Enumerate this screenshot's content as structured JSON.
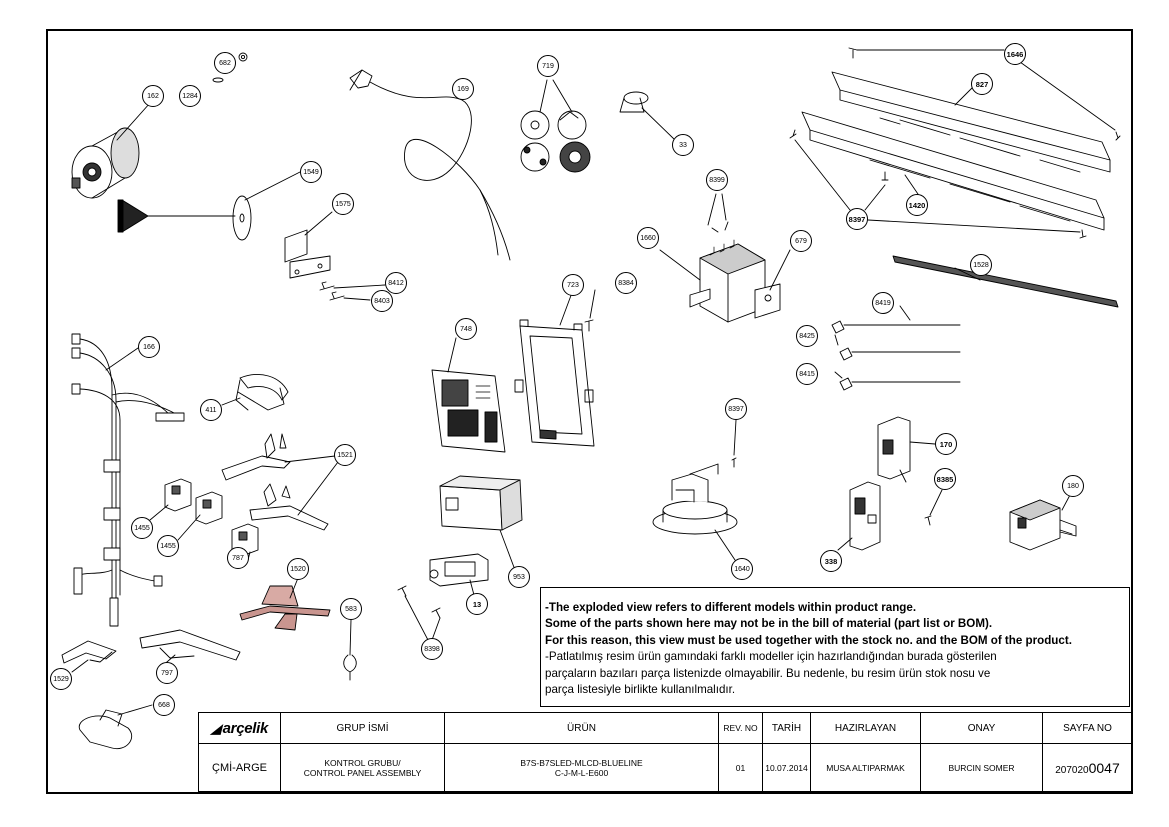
{
  "callouts": [
    {
      "id": "c682",
      "label": "682"
    },
    {
      "id": "c1284",
      "label": "1284"
    },
    {
      "id": "c162",
      "label": "162"
    },
    {
      "id": "c169",
      "label": "169"
    },
    {
      "id": "c719",
      "label": "719"
    },
    {
      "id": "c33",
      "label": "33"
    },
    {
      "id": "c1646",
      "label": "1646"
    },
    {
      "id": "c827",
      "label": "827"
    },
    {
      "id": "c1549",
      "label": "1549"
    },
    {
      "id": "c1575",
      "label": "1575"
    },
    {
      "id": "c8399",
      "label": "8399"
    },
    {
      "id": "c1660",
      "label": "1660"
    },
    {
      "id": "c679",
      "label": "679"
    },
    {
      "id": "c8397a",
      "label": "8397"
    },
    {
      "id": "c1420",
      "label": "1420"
    },
    {
      "id": "c1528",
      "label": "1528"
    },
    {
      "id": "c8412",
      "label": "8412"
    },
    {
      "id": "c8403",
      "label": "8403"
    },
    {
      "id": "c723",
      "label": "723"
    },
    {
      "id": "c8384",
      "label": "8384"
    },
    {
      "id": "c8419",
      "label": "8419"
    },
    {
      "id": "c748",
      "label": "748"
    },
    {
      "id": "c8425",
      "label": "8425"
    },
    {
      "id": "c166",
      "label": "166"
    },
    {
      "id": "c8415",
      "label": "8415"
    },
    {
      "id": "c411",
      "label": "411"
    },
    {
      "id": "c8397b",
      "label": "8397"
    },
    {
      "id": "c170",
      "label": "170"
    },
    {
      "id": "c1521",
      "label": "1521"
    },
    {
      "id": "c8385",
      "label": "8385"
    },
    {
      "id": "c180",
      "label": "180"
    },
    {
      "id": "c1455a",
      "label": "1455"
    },
    {
      "id": "c1455b",
      "label": "1455"
    },
    {
      "id": "c787",
      "label": "787"
    },
    {
      "id": "c338",
      "label": "338"
    },
    {
      "id": "c1640",
      "label": "1640"
    },
    {
      "id": "c953",
      "label": "953"
    },
    {
      "id": "c1520",
      "label": "1520"
    },
    {
      "id": "c13",
      "label": "13"
    },
    {
      "id": "c583",
      "label": "583"
    },
    {
      "id": "c8398",
      "label": "8398"
    },
    {
      "id": "c1529",
      "label": "1529"
    },
    {
      "id": "c797",
      "label": "797"
    },
    {
      "id": "c668",
      "label": "668"
    }
  ],
  "notes": {
    "en_1": "-The exploded view refers to different models within product range.",
    "en_2": "Some of the parts shown here may not be in the bill of material (part list or BOM).",
    "en_3": "For this reason, this view must be used together with the stock no. and the BOM of the product.",
    "tr_1": "-Patlatılmış resim ürün gamındaki farklı modeller için hazırlandığından burada gösterilen",
    "tr_2": "parçaların bazıları parça listenizde olmayabilir. Bu nedenle, bu resim ürün stok nosu ve",
    "tr_3": "parça listesiyle birlikte kullanılmalıdır."
  },
  "title_block": {
    "logo": "arçelik",
    "headers": {
      "group": "GRUP İSMİ",
      "product": "ÜRÜN",
      "rev": "REV. NO",
      "date": "TARİH",
      "prepared": "HAZIRLAYAN",
      "approved": "ONAY",
      "sheet": "SAYFA NO"
    },
    "values": {
      "department": "ÇMİ-ARGE",
      "group_tr": "KONTROL GRUBU/",
      "group_en": "CONTROL PANEL ASSEMBLY",
      "product_1": "B7S-B7SLED-MLCD-BLUELINE",
      "product_2": "C-J-M-L-E600",
      "rev": "01",
      "date": "10.07.2014",
      "prepared": "MUSA ALTIPARMAK",
      "approved": "BURCIN SOMER",
      "sheet_prefix": "207020",
      "sheet_suffix": "0047"
    }
  }
}
